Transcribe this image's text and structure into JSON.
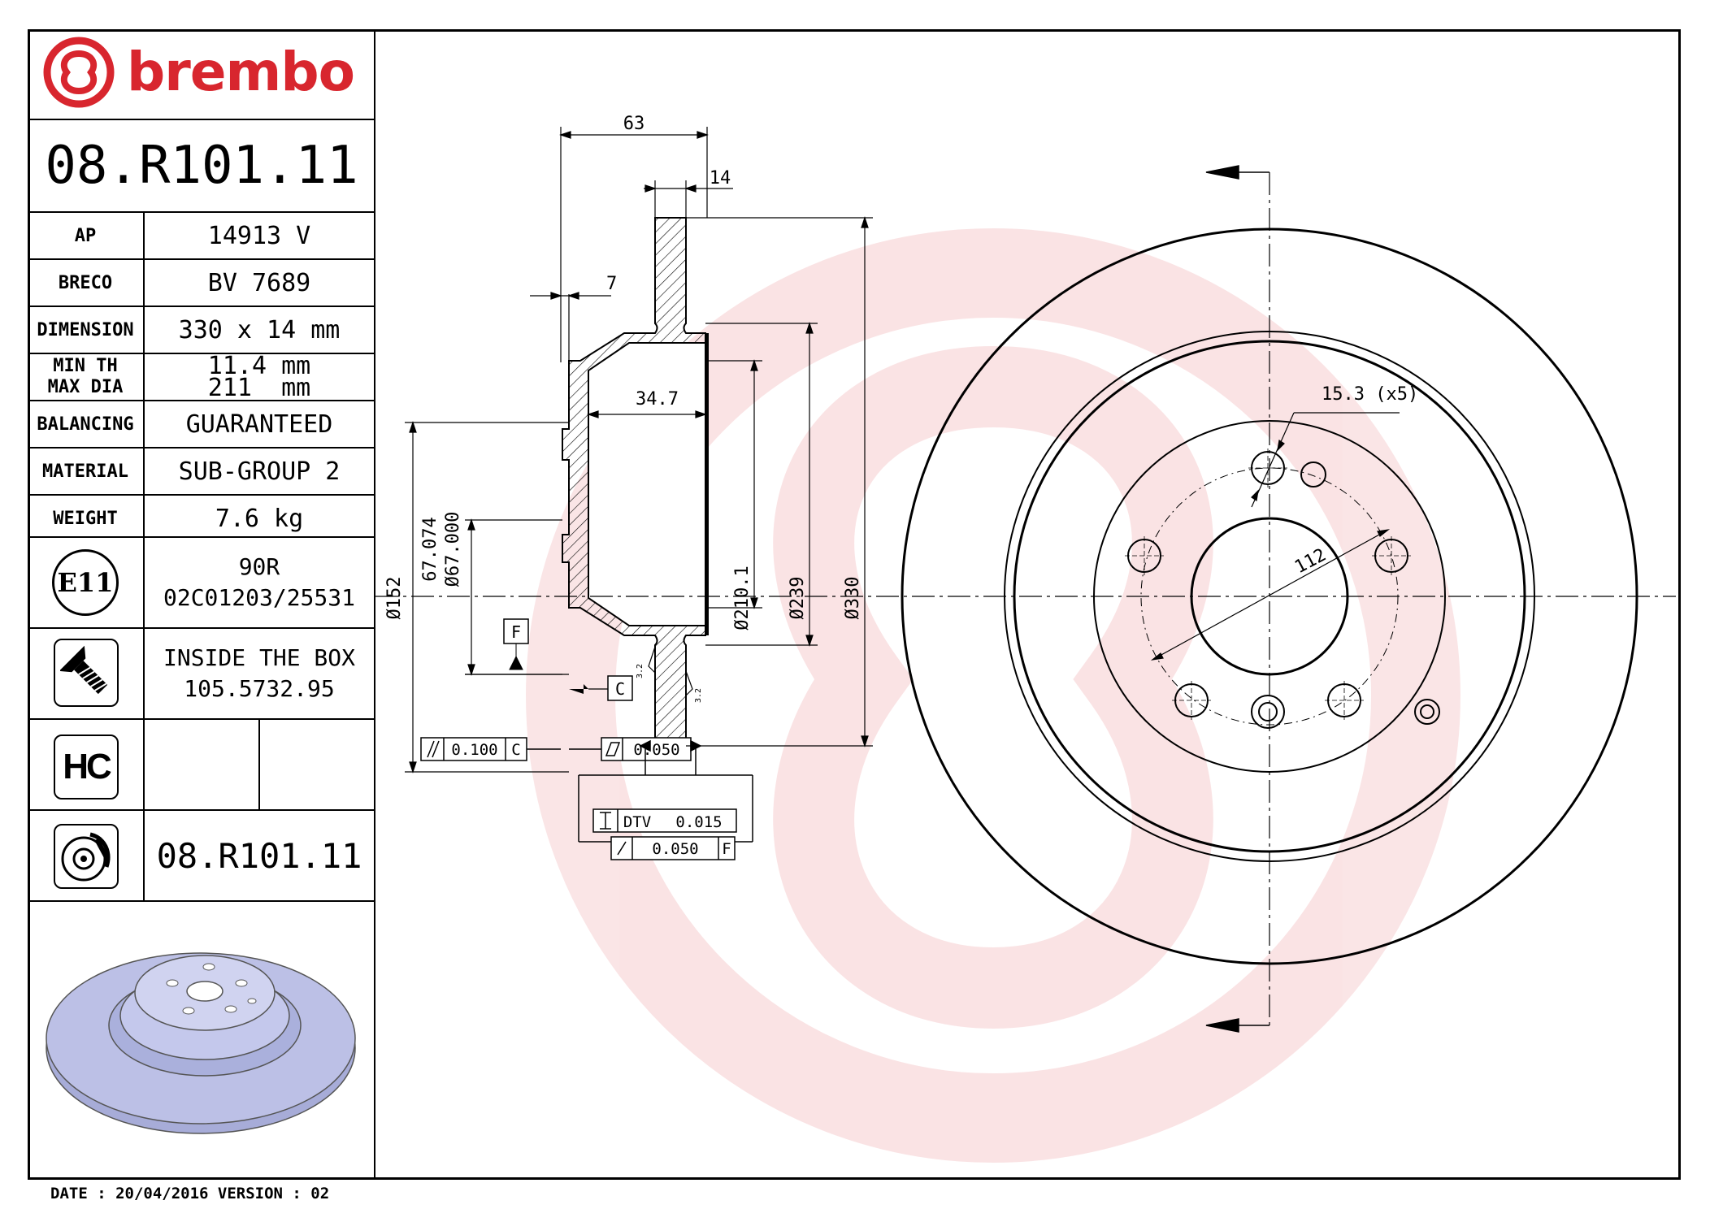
{
  "brand": {
    "name": "brembo",
    "color": "#d8262e"
  },
  "part_number": "08.R101.11",
  "specs": [
    {
      "label": "AP",
      "value": "14913 V"
    },
    {
      "label": "BRECO",
      "value": "BV 7689"
    },
    {
      "label": "DIMENSION",
      "value": "330 x 14 mm"
    },
    {
      "label_lines": [
        "MIN TH",
        "MAX DIA"
      ],
      "value_lines": [
        "11.4 mm",
        "211  mm"
      ]
    },
    {
      "label": "BALANCING",
      "value": "GUARANTEED"
    },
    {
      "label": "MATERIAL",
      "value": "SUB-GROUP 2"
    },
    {
      "label": "WEIGHT",
      "value": "7.6 kg"
    }
  ],
  "homologation": {
    "mark": "E11",
    "line1": "90R",
    "line2": "02C01203/25531"
  },
  "screws": {
    "line1": "INSIDE THE BOX",
    "line2": "105.5732.95"
  },
  "hc": {
    "mark": "HC"
  },
  "disc_ref": {
    "value": "08.R101.11"
  },
  "footer": "DATE : 20/04/2016 VERSION : 02",
  "dimensions": {
    "d63": "63",
    "d14": "14",
    "d7": "7",
    "d34": "34.7",
    "d152": "Ø152",
    "d67a": "67.074",
    "d67b": "Ø67.000",
    "d210": "Ø210.1",
    "d239": "Ø239",
    "d330": "Ø330",
    "holes": "15.3 (x5)",
    "pcd": "112",
    "datum_f": "F",
    "datum_c": "C",
    "par_val": "0.100",
    "par_ref": "C",
    "flat_val": "0.050",
    "dtv_label": "DTV",
    "dtv_val": "0.015",
    "runout_val": "0.050",
    "runout_ref": "F",
    "rough": "3.2"
  }
}
